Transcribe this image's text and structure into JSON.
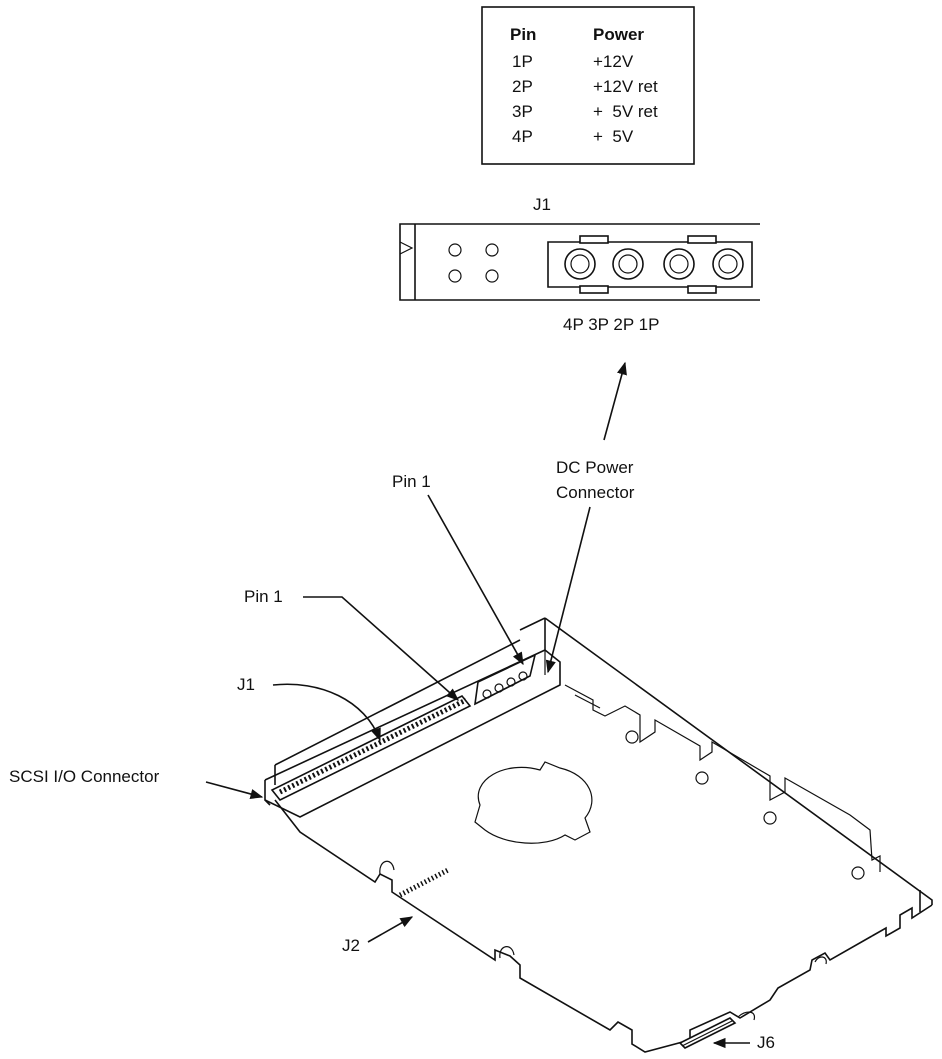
{
  "pin_table": {
    "headers": [
      "Pin",
      "Power"
    ],
    "rows": [
      [
        "1P",
        "+12V"
      ],
      [
        "2P",
        "+12V ret"
      ],
      [
        "3P",
        "+  5V ret"
      ],
      [
        "4P",
        "+  5V"
      ]
    ]
  },
  "connector_detail": {
    "title": "J1",
    "pin_order": "4P 3P 2P 1P"
  },
  "callouts": {
    "dc_power_1": "DC Power",
    "dc_power_2": "Connector",
    "pin1_power": "Pin 1",
    "pin1_scsi": "Pin 1",
    "j1": "J1",
    "scsi": "SCSI I/O Connector",
    "j2": "J2",
    "j6": "J6"
  }
}
